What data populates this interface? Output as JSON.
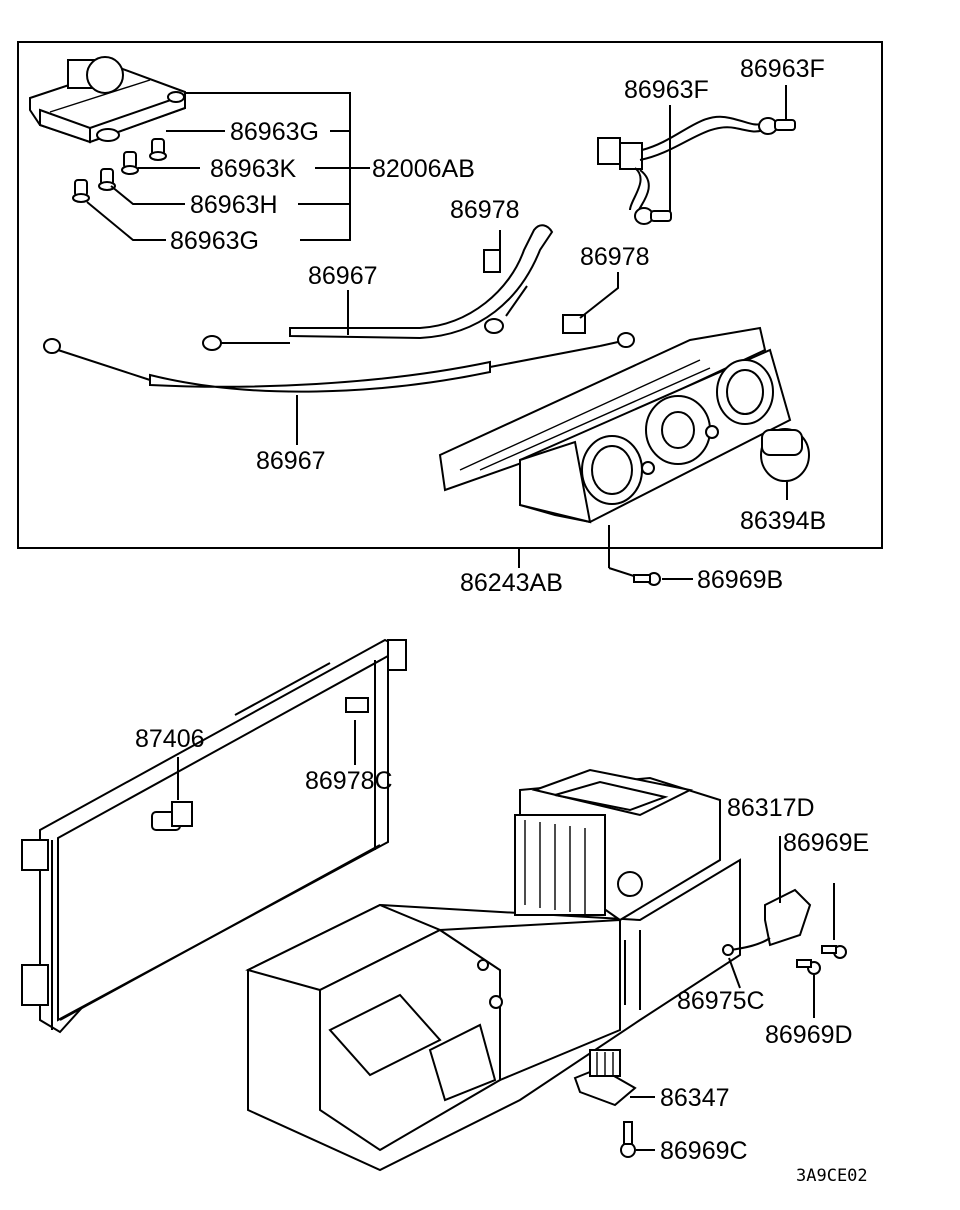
{
  "diagram_code": "3A9CE02",
  "labels": {
    "p86963F_top": "86963F",
    "p86963F_mid": "86963F",
    "p86963G_1": "86963G",
    "p86963K": "86963K",
    "p82006AB": "82006AB",
    "p86963H": "86963H",
    "p86963G_2": "86963G",
    "p86978_1": "86978",
    "p86978_2": "86978",
    "p86967_1": "86967",
    "p86967_2": "86967",
    "p86394B": "86394B",
    "p86243AB": "86243AB",
    "p86969B": "86969B",
    "p87406": "87406",
    "p86978C": "86978C",
    "p86317D": "86317D",
    "p86969E": "86969E",
    "p86975C": "86975C",
    "p86969D": "86969D",
    "p86347": "86347",
    "p86969C": "86969C"
  }
}
